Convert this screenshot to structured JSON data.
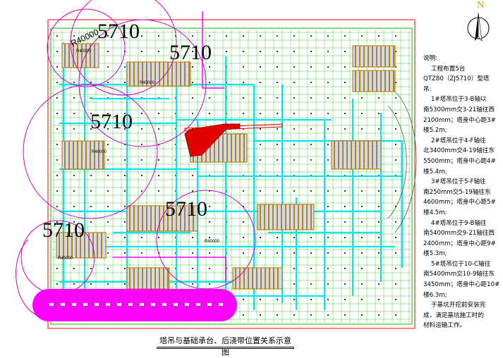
{
  "crane_labels": [
    "5710",
    "5710",
    "5710",
    "5710",
    "5710"
  ],
  "radius_labels": {
    "main": "R40000",
    "small": [
      "R40000",
      "R40000",
      "R40000",
      "R40000",
      "R40000"
    ]
  },
  "north_letter": "N",
  "caption": "塔吊与基础承台、后浇带位置关系示意图",
  "notes": [
    "说明:",
    "    工程布置5台",
    "QTZ80（ZJ5710）型塔",
    "吊:",
    "    1#塔吊位于3-B轴以",
    "南5300mm交3-21轴往西",
    "2100mm；塔身中心距3#",
    "楼5.2m;",
    "    2#塔吊位于4-F轴往",
    "北3400mm交4-19轴往东",
    "5500mm；塔身中心距4#",
    "楼5.4m;",
    "    3#塔吊位于5-F轴往",
    "南250mm交5-19轴往东",
    "4600mm；塔身中心距5#",
    "楼4.5m;",
    "    4#塔吊位于9-B轴往",
    "南5400mm交9-21轴往西",
    "2400mm；塔身中心距9#",
    "楼5.3m;",
    "    5#塔吊位于10-C轴往",
    "南5400mm交10-9轴往东",
    "3450mm；塔身中心距10#",
    "楼6.3m;",
    "    于基坑开挖前安装完",
    "成，满足基坑施工时的",
    "材料运输工作。"
  ],
  "colors": {
    "grid": "#00c000",
    "slab": "#00e5ee",
    "crane_radius": "#d000d0",
    "building": "#b8860b",
    "ramp": "#e00000",
    "pink_area": "#ff00ff",
    "boundary": "#ff0000"
  }
}
